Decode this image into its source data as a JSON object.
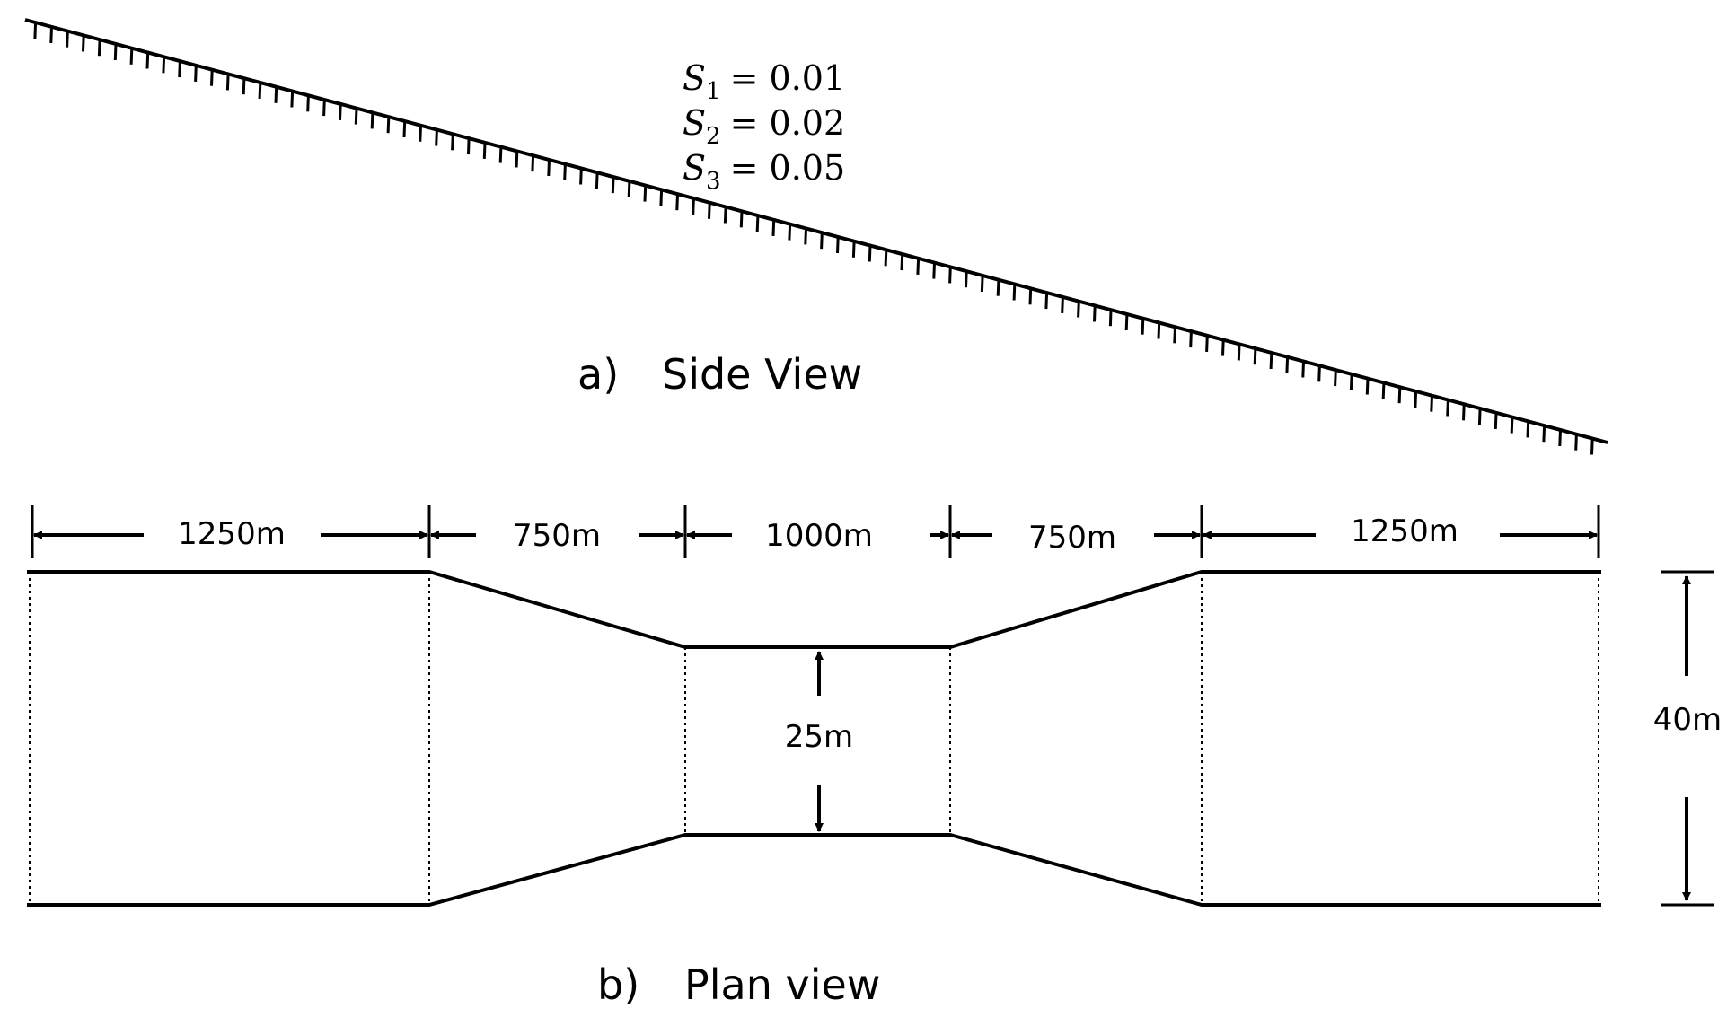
{
  "side_view": {
    "caption_letter": "a)",
    "caption_text": "Side View",
    "slopes": [
      {
        "symbol": "S",
        "sub": "1",
        "value": "= 0.01"
      },
      {
        "symbol": "S",
        "sub": "2",
        "value": "= 0.02"
      },
      {
        "symbol": "S",
        "sub": "3",
        "value": "= 0.05"
      }
    ]
  },
  "plan_view": {
    "caption_letter": "b)",
    "caption_text": "Plan view",
    "segments": [
      {
        "label": "1250m",
        "length_m": 1250
      },
      {
        "label": "750m",
        "length_m": 750
      },
      {
        "label": "1000m",
        "length_m": 1000
      },
      {
        "label": "750m",
        "length_m": 750
      },
      {
        "label": "1250m",
        "length_m": 1250
      }
    ],
    "wide_width": {
      "label": "40m",
      "width_m": 40
    },
    "narrow_width": {
      "label": "25m",
      "width_m": 25
    }
  }
}
